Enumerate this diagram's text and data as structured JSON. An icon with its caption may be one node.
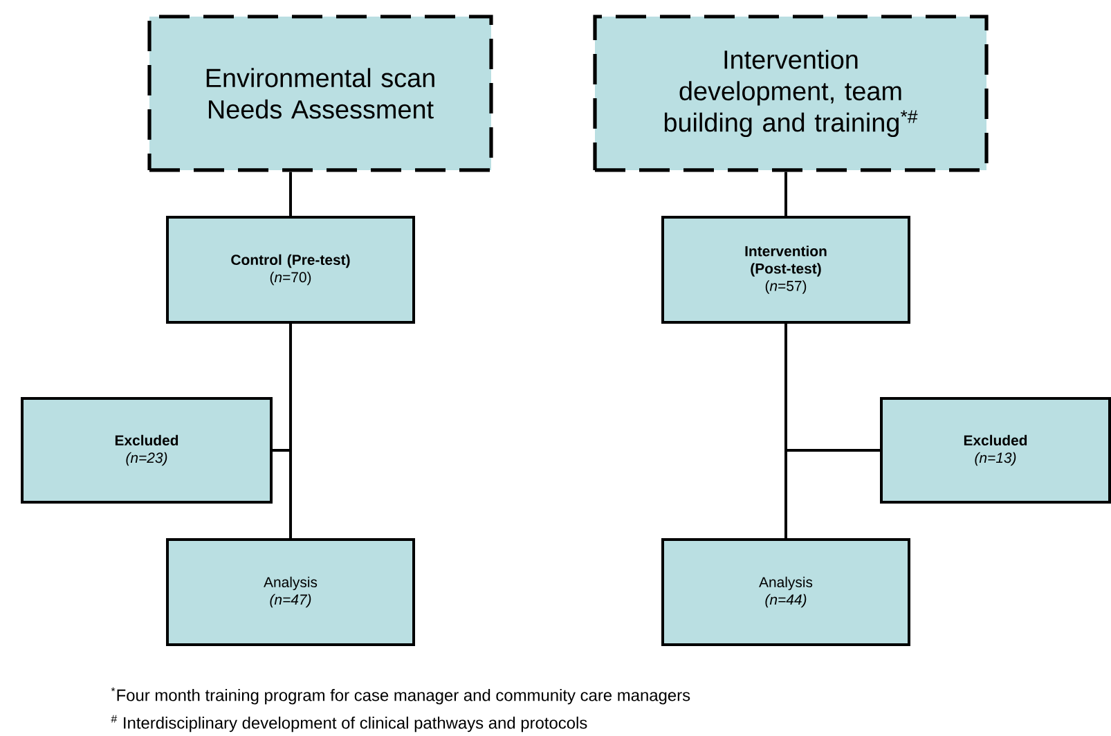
{
  "diagram": {
    "nodes": [
      {
        "text": [
          "Environmental scan Needs Assessment"
        ]
      },
      {
        "text": [
          "Intervention development, team building and training$^{*#}$"
        ]
      },
      {
        "text": [
          "Control (Pre-test)",
          "(*n*=70)"
        ]
      },
      {
        "text": [
          "Intervention (Post-test)",
          "(*n*=57)"
        ]
      },
      {
        "text": [
          "Excluded",
          "(n=23)"
        ]
      },
      {
        "text": [
          "Analysis",
          "(n=47)"
        ]
      },
      {
        "text": [
          "Excluded",
          "(n=13)"
        ]
      },
      {
        "text": [
          "Analysis",
          "(n=44)"
        ]
      }
    ],
    "edges": [
      {
        "from": 0,
        "to": 2,
        "arrow": "none"
      },
      {
        "from": 2,
        "to": 5,
        "arrow": "none"
      },
      {
        "from": 2,
        "to": 4,
        "arrow": "none"
      },
      {
        "from": 1,
        "to": 3,
        "arrow": "none"
      },
      {
        "from": 3,
        "to": 7,
        "arrow": "none"
      },
      {
        "from": 3,
        "to": 6,
        "arrow": "none"
      }
    ],
    "labels": [
      "$^{*}$Four month training program for case manager and community care managers",
      "$^{#}$ Interdisciplinary development of clinical pathways and protocols"
    ]
  }
}
